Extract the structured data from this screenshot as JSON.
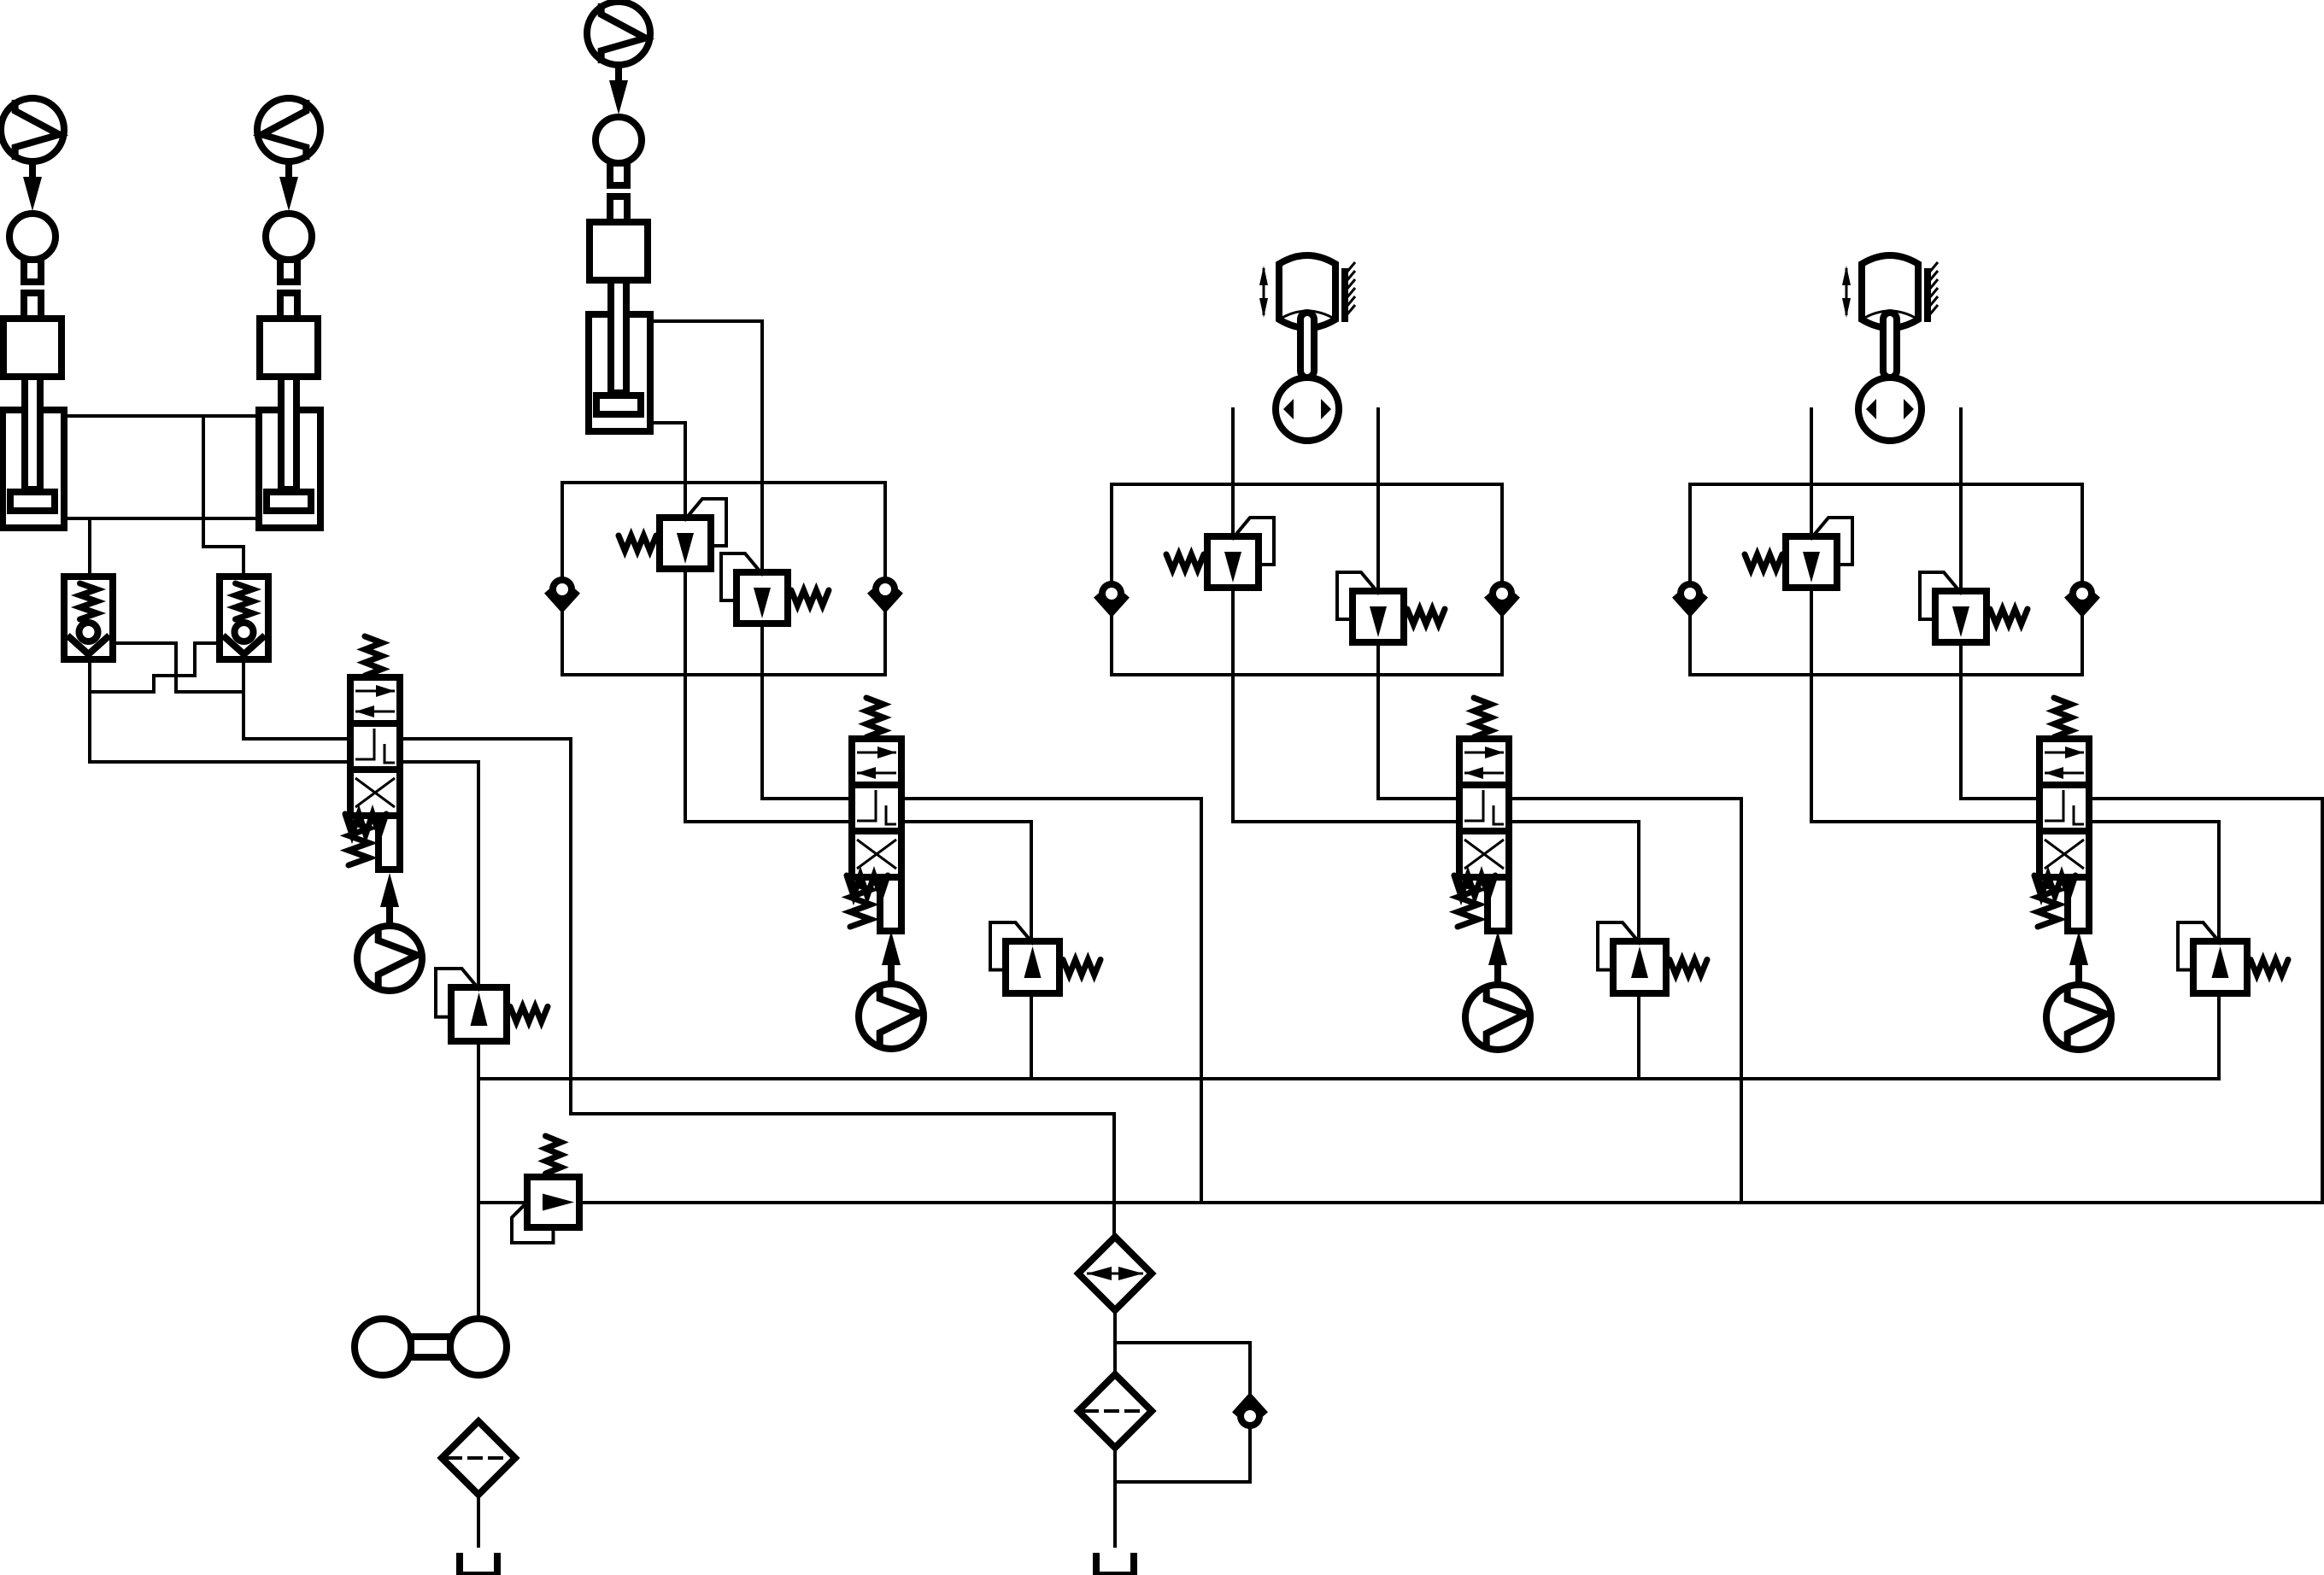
{
  "diagram": {
    "type": "hydraulic-schematic",
    "colors": {
      "line": "#000000",
      "background": "#ffffff"
    },
    "circuits": [
      {
        "id": "circuit-dual-cylinder",
        "components": [
          "motor-pump-left",
          "motor-pump-right",
          "coupling-left",
          "coupling-right",
          "cylinder-left",
          "cylinder-right",
          "pilot-check-valve-left",
          "pilot-check-valve-right",
          "directional-valve",
          "pilot-control",
          "relief-valve"
        ]
      },
      {
        "id": "circuit-single-cylinder",
        "components": [
          "motor-pump",
          "coupling",
          "cylinder",
          "counterbalance-valve-left",
          "counterbalance-valve-right",
          "check-valve-left",
          "check-valve-right",
          "directional-valve",
          "pilot-control",
          "relief-valve"
        ]
      },
      {
        "id": "circuit-rotary-motor-1",
        "components": [
          "load-mass",
          "hydraulic-motor",
          "counterbalance-valve-left",
          "counterbalance-valve-right",
          "check-valve-left",
          "check-valve-right",
          "directional-valve",
          "pilot-control",
          "relief-valve"
        ]
      },
      {
        "id": "circuit-rotary-motor-2",
        "components": [
          "load-mass",
          "hydraulic-motor",
          "counterbalance-valve-left",
          "counterbalance-valve-right",
          "check-valve-left",
          "check-valve-right",
          "directional-valve",
          "pilot-control",
          "relief-valve"
        ]
      }
    ],
    "power_unit": [
      "electric-motor",
      "hydraulic-pump",
      "suction-filter",
      "tank",
      "system-relief-valve"
    ],
    "return_line": [
      "oil-cooler",
      "return-filter",
      "bypass-check-valve",
      "tank"
    ],
    "visible_text": []
  }
}
